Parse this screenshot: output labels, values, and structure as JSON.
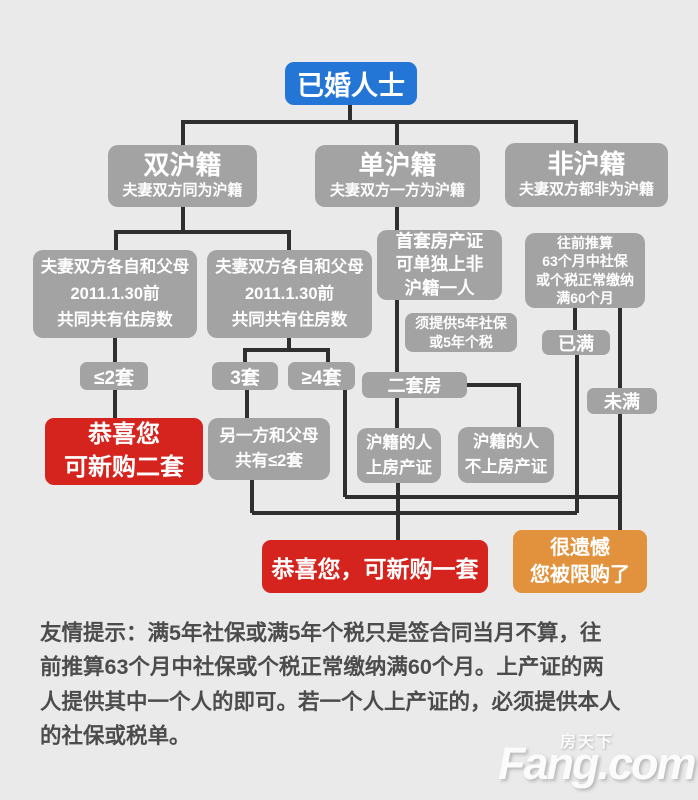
{
  "colors": {
    "background": "#ebeaea",
    "blue": "#2376d6",
    "gray": "#a3a3a3",
    "red": "#d5231e",
    "orange": "#e2923c",
    "line": "#2f2f2f"
  },
  "flow": {
    "root": "已婚人士",
    "shuang": {
      "title": "双沪籍",
      "sub": "夫妻双方同为沪籍"
    },
    "dan": {
      "title": "单沪籍",
      "sub": "夫妻双方一方为沪籍"
    },
    "fei": {
      "title": "非沪籍",
      "sub": "夫妻双方都非为沪籍"
    },
    "houses": "夫妻双方各自和父母\n2011.1.30前\n共同共有住房数",
    "le2": "≤2套",
    "san": "3套",
    "ge4": "≥4套",
    "congrats_two": "恭喜您\n可新购二套",
    "other_side": "另一方和父母\n共有≤2套",
    "first_cert": "首套房产证\n可单独上非\n沪籍一人",
    "social5": "须提供5年社保\n或5年个税",
    "ertaofang": "二套房",
    "cert_on": "沪籍的人\n上房产证",
    "cert_off": "沪籍的人\n不上房产证",
    "tuisuan": "往前推算\n63个月中社保\n或个税正常缴纳\n满60个月",
    "yiman": "已满",
    "weiman": "未满",
    "congrats_one": "恭喜您，可新购一套",
    "restricted": "很遗憾\n您被限购了"
  },
  "footer": {
    "tip": "友情提示：满5年社保或满5年个税只是签合同当月不算，往\n前推算63个月中社保或个税正常缴纳满60个月。上产证的两\n人提供其中一个人的即可。若一个人上产证的，必须提供本人\n的社保或税单。"
  },
  "watermark": {
    "cn": "房天下",
    "en": "Fang.com"
  }
}
